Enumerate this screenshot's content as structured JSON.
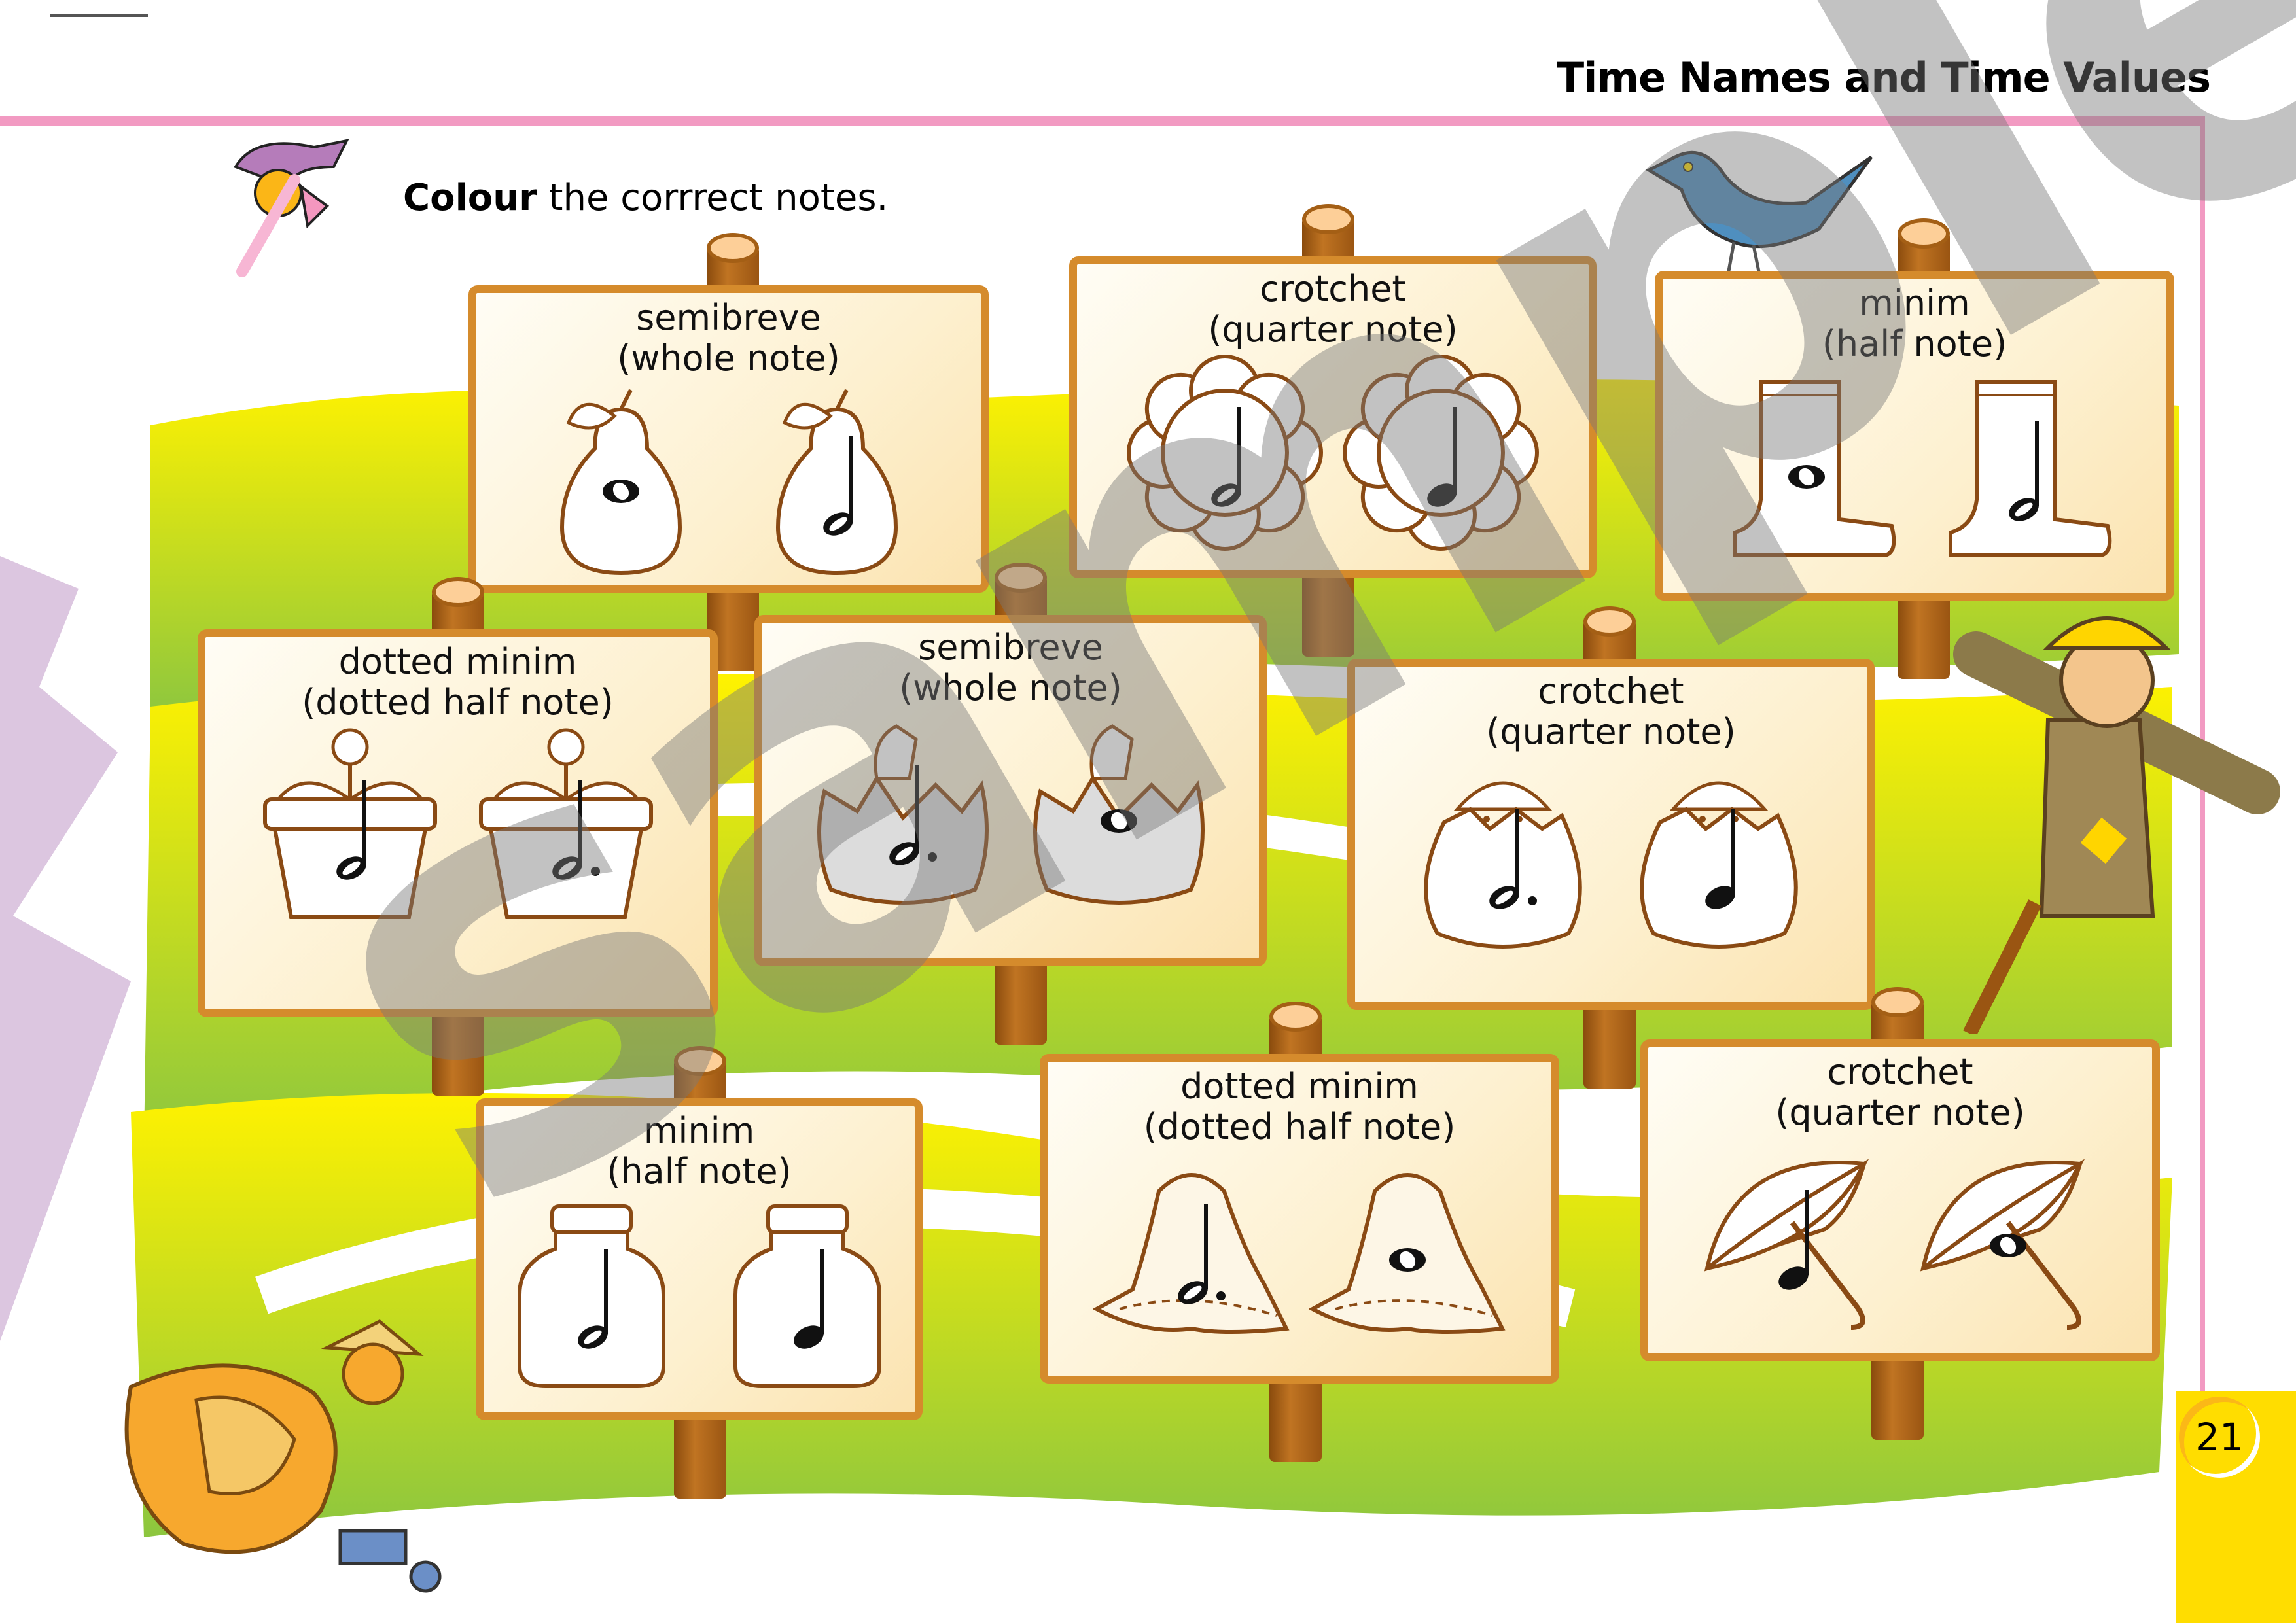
{
  "header": {
    "title": "Time Names and Time Values"
  },
  "instruction": {
    "bold": "Colour",
    "rest": " the corrrect notes."
  },
  "page_number": "21",
  "watermark": "sample",
  "colors": {
    "pink_border": "#f29ac2",
    "page_tab": "#ffdd00",
    "sign_border": "#d58b2c",
    "grass_light": "#f4ec1a",
    "grass_dark": "#8fc23a"
  },
  "signs": [
    {
      "name": "semibreve",
      "sub": "(whole note)",
      "items": [
        {
          "object": "pear-icon",
          "note": "semibreve"
        },
        {
          "object": "pear-icon",
          "note": "minim"
        }
      ]
    },
    {
      "name": "crotchet",
      "sub": "(quarter note)",
      "items": [
        {
          "object": "flower-icon",
          "note": "minim"
        },
        {
          "object": "flower-icon",
          "note": "crotchet"
        }
      ]
    },
    {
      "name": "minim",
      "sub": "(half note)",
      "items": [
        {
          "object": "boot-icon",
          "note": "semibreve"
        },
        {
          "object": "boot-icon",
          "note": "minim"
        }
      ]
    },
    {
      "name": "dotted minim",
      "sub": "(dotted half note)",
      "items": [
        {
          "object": "flowerpot-icon",
          "note": "minim"
        },
        {
          "object": "flowerpot-icon",
          "note": "dotted-minim"
        }
      ]
    },
    {
      "name": "semibreve",
      "sub": "(whole note)",
      "items": [
        {
          "object": "hen-egg-icon",
          "note": "dotted-minim"
        },
        {
          "object": "hen-egg-icon",
          "note": "semibreve"
        }
      ]
    },
    {
      "name": "crotchet",
      "sub": "(quarter note)",
      "items": [
        {
          "object": "chick-egg-icon",
          "note": "dotted-minim"
        },
        {
          "object": "chick-egg-icon",
          "note": "crotchet"
        }
      ]
    },
    {
      "name": "minim",
      "sub": "(half note)",
      "items": [
        {
          "object": "jar-icon",
          "note": "minim"
        },
        {
          "object": "jar-icon",
          "note": "crotchet"
        }
      ]
    },
    {
      "name": "dotted minim",
      "sub": "(dotted half note)",
      "items": [
        {
          "object": "hat-icon",
          "note": "dotted-minim"
        },
        {
          "object": "hat-icon",
          "note": "semibreve"
        }
      ]
    },
    {
      "name": "crotchet",
      "sub": "(quarter note)",
      "items": [
        {
          "object": "umbrella-icon",
          "note": "crotchet"
        },
        {
          "object": "umbrella-icon",
          "note": "semibreve"
        }
      ]
    }
  ]
}
